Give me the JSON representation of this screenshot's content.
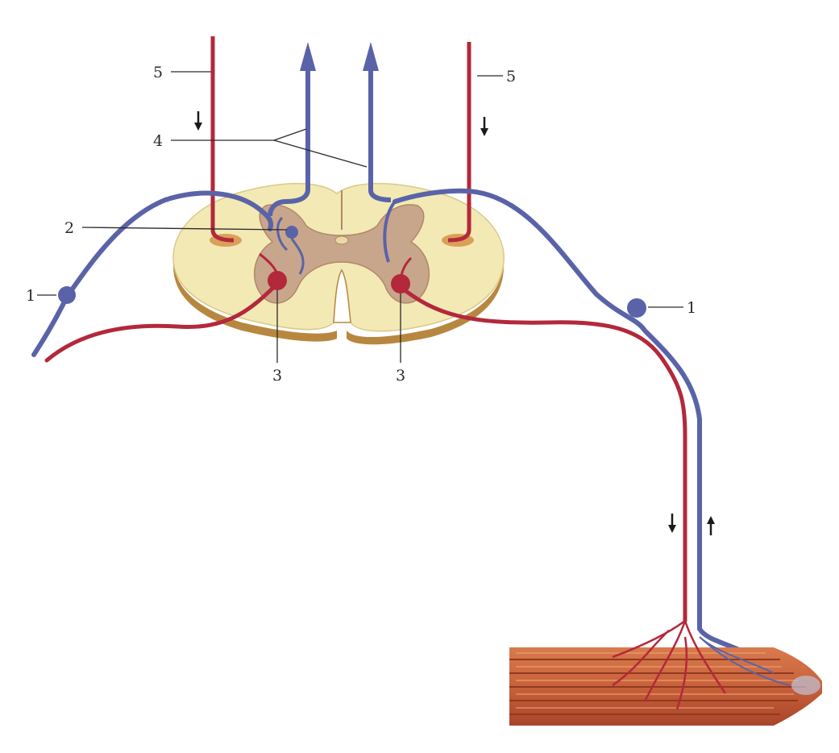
{
  "labels": {
    "sensory_neuron_left": "1",
    "sensory_neuron_right": "1",
    "interneuron": "2",
    "motor_neuron_left": "3",
    "motor_neuron_right": "3",
    "ascending_pathways": "4",
    "descending_pathway_left": "5",
    "descending_pathway_right": "5"
  },
  "colors": {
    "motor_pathway": "#b3283a",
    "sensory_pathway": "#5a63a8",
    "grey_matter": "#c8a68c",
    "white_matter": "#f3e9b4",
    "muscle": "#c8613a"
  }
}
